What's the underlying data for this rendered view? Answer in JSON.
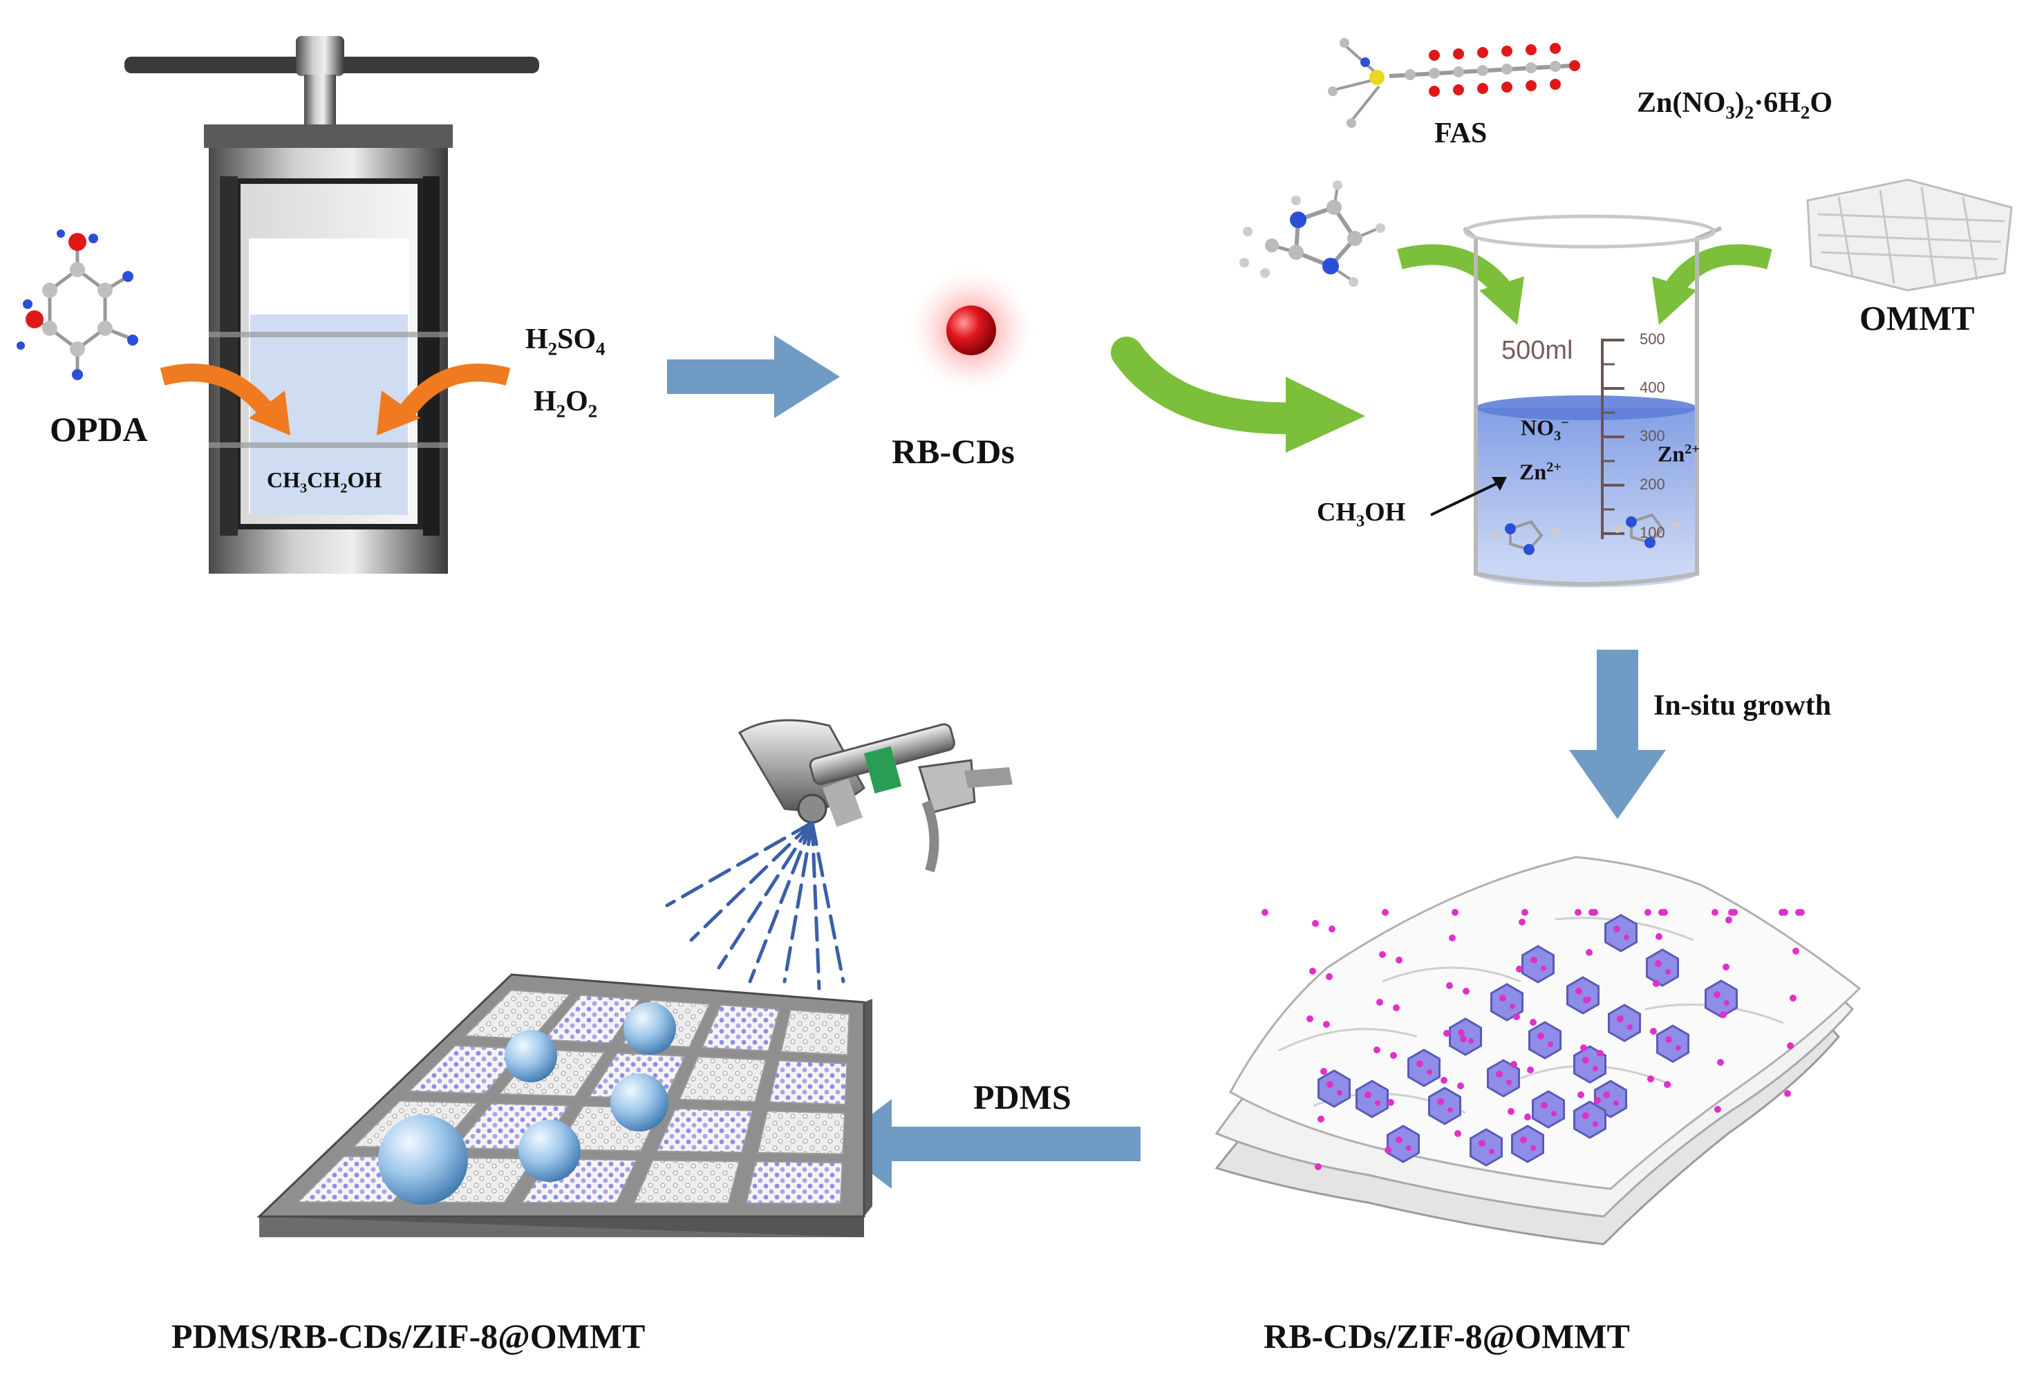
{
  "colors": {
    "blue_arrow": "#6f9bc4",
    "green_arrow": "#7bbf3a",
    "orange_arrow": "#f07a1f",
    "rbcd_red": "#e0161e",
    "liquid_blue": "#8aa8e6",
    "zif_purple": "#8e8ee8",
    "cd_magenta": "#e030c8",
    "droplet_blue": "#9cc6ea",
    "substrate_gray": "#8f8f8f"
  },
  "reactor": {
    "opda": "OPDA",
    "solvent": "CH3CH2OH",
    "oxidants": [
      "H2SO4",
      "H2O2"
    ]
  },
  "rbcds_label": "RB-CDs",
  "beaker": {
    "volume": "500ml",
    "grad_marks": [
      "500",
      "400",
      "300",
      "200",
      "100"
    ],
    "reagents": [
      "FAS",
      "Zn(NO3)2·6H2O",
      "OMMT"
    ],
    "ions": [
      "NO3-",
      "Zn2+",
      "Zn2+"
    ],
    "solvent": "CH3OH"
  },
  "step_insitu": "In-situ growth",
  "step_pdms": "PDMS",
  "product_composite": "RB-CDs/ZIF-8@OMMT",
  "product_coating": "PDMS/RB-CDs/ZIF-8@OMMT"
}
